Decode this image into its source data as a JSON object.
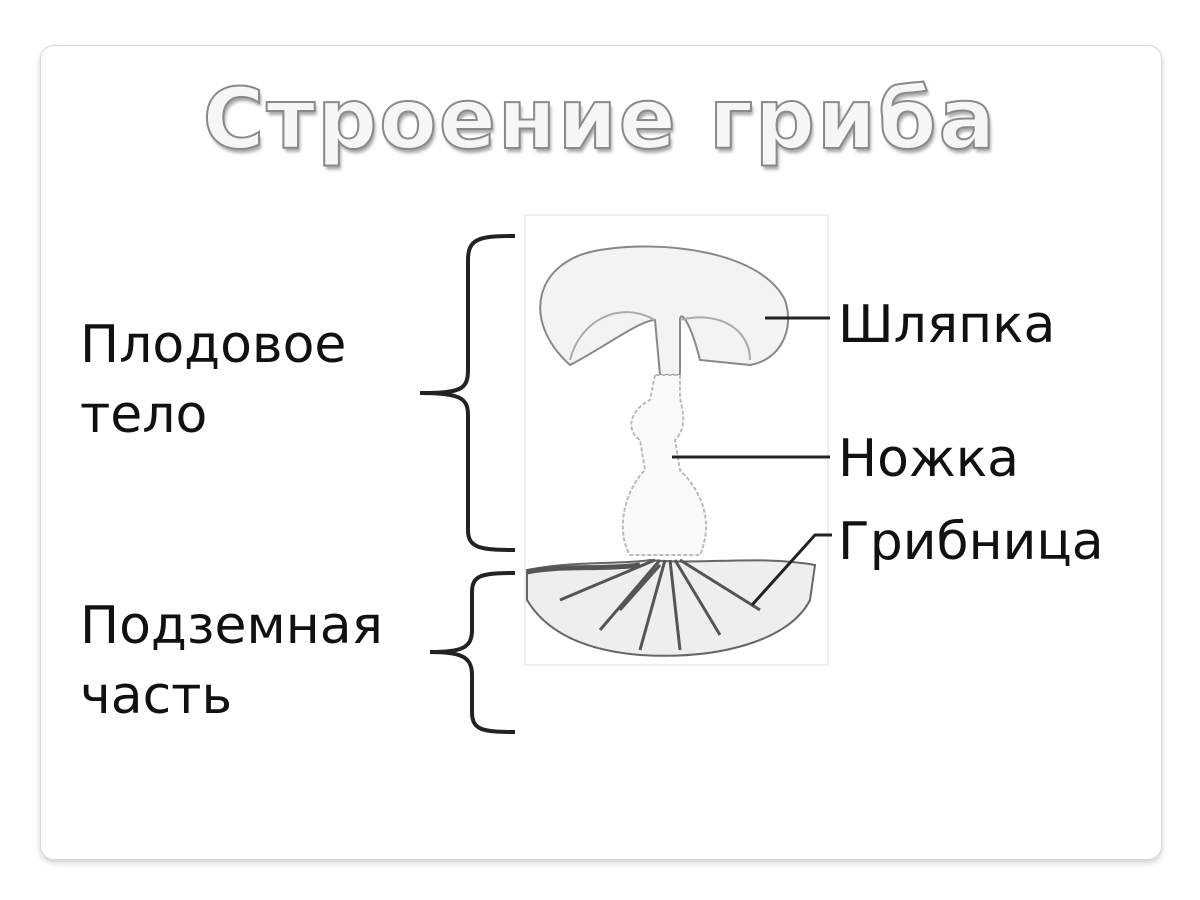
{
  "title": "Строение гриба",
  "left_labels": {
    "fruiting_body": [
      "Плодовое",
      "тело"
    ],
    "underground": [
      "Подземная",
      "часть"
    ]
  },
  "right_labels": {
    "cap": "Шляпка",
    "stem": "Ножка",
    "mycelium": "Грибница"
  }
}
